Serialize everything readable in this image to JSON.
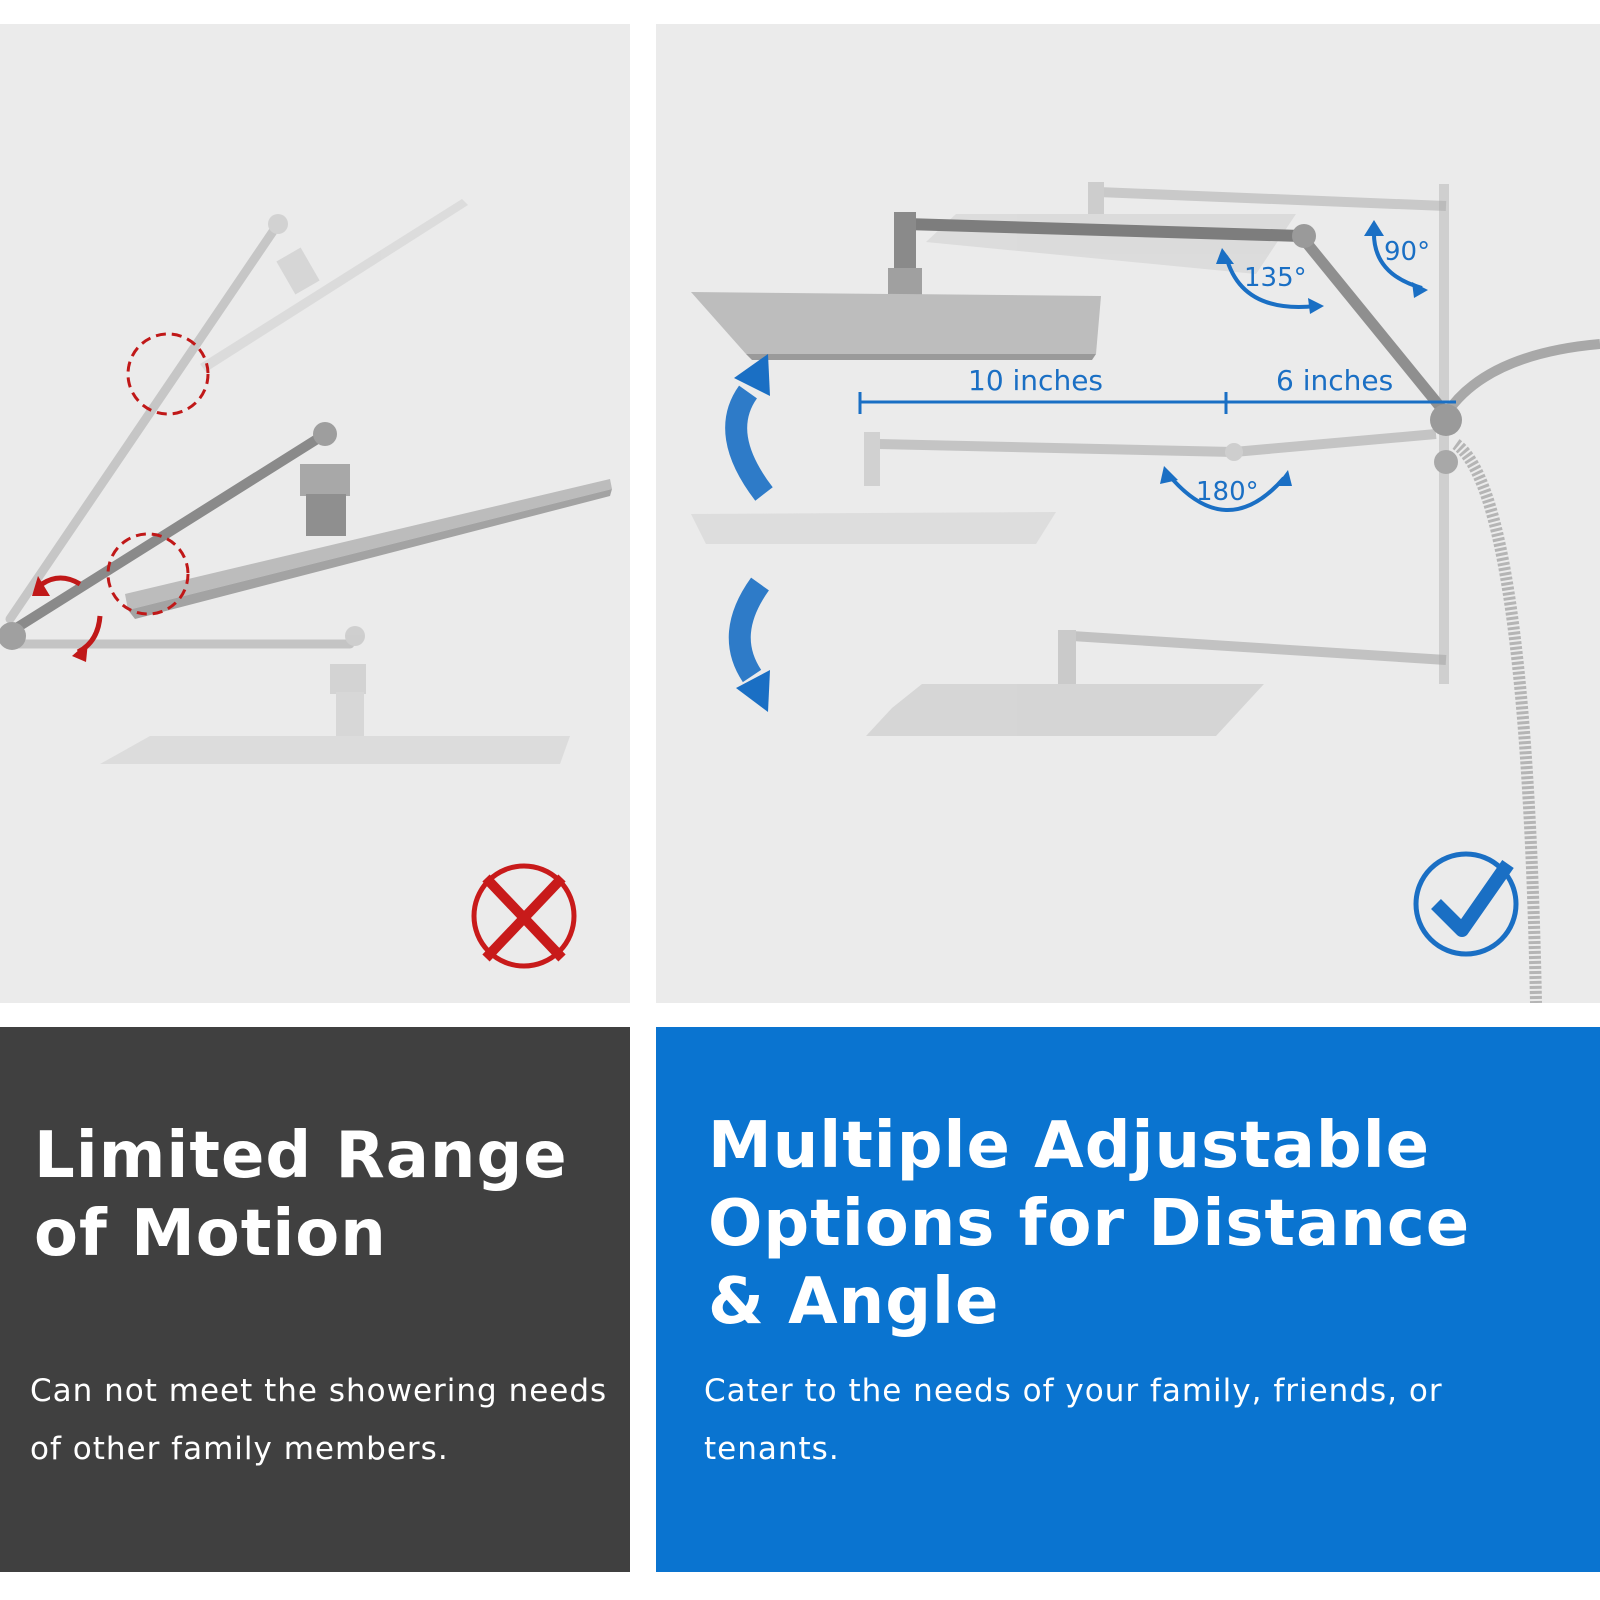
{
  "left_panel": {
    "title": "Limited Range of Motion",
    "description": "Can not meet the showering needs of other family members.",
    "status_icon": "cross-icon",
    "accent_color": "#cc1a1a",
    "background_color": "#404040"
  },
  "right_panel": {
    "title": "Multiple Adjustable Options for Distance & Angle",
    "description": "Cater to the needs of your family, friends, or tenants.",
    "status_icon": "check-icon",
    "accent_color": "#1a6fc4",
    "background_color": "#0a74d0",
    "measurements": {
      "distance_1": "10 inches",
      "distance_2": "6 inches",
      "angle_1": "135°",
      "angle_2": "90°",
      "angle_3": "180°"
    }
  }
}
